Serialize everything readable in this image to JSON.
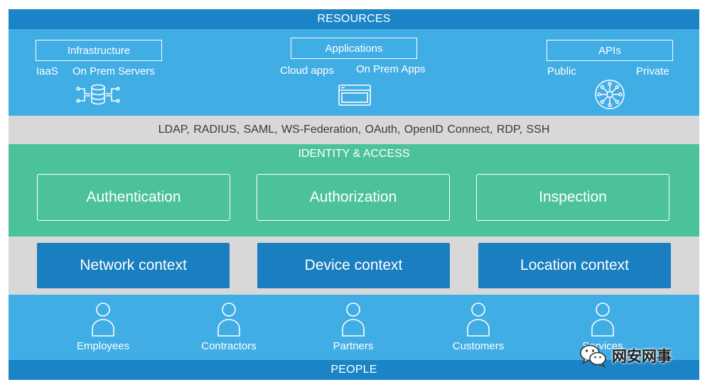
{
  "resources": {
    "title": "RESOURCES",
    "infrastructure": {
      "label": "Infrastructure",
      "sub_left": "IaaS",
      "sub_right": "On Prem Servers",
      "icon": "database-icon"
    },
    "applications": {
      "label": "Applications",
      "sub_left": "Cloud apps",
      "sub_right": "On Prem Apps",
      "icon": "browser-window-icon"
    },
    "apis": {
      "label": "APIs",
      "sub_left": "Public",
      "sub_right": "Private",
      "icon": "network-hub-icon"
    }
  },
  "protocols": "LDAP, RADIUS, SAML, WS-Federation, OAuth, OpenID Connect, RDP, SSH",
  "identity": {
    "title": "IDENTITY & ACCESS",
    "boxes": [
      "Authentication",
      "Authorization",
      "Inspection"
    ]
  },
  "context": {
    "boxes": [
      "Network context",
      "Device context",
      "Location context"
    ]
  },
  "people": {
    "title": "PEOPLE",
    "groups": [
      "Employees",
      "Contractors",
      "Partners",
      "Customers",
      "Services"
    ],
    "icon": "person-icon"
  },
  "watermark": {
    "text": "网安网事",
    "icon": "wechat-icon"
  },
  "colors": {
    "dark_blue": "#1a84c6",
    "light_blue": "#41ade5",
    "green": "#4cc29b",
    "gray": "#d8d8d8",
    "context_blue": "#1a7fc0"
  }
}
